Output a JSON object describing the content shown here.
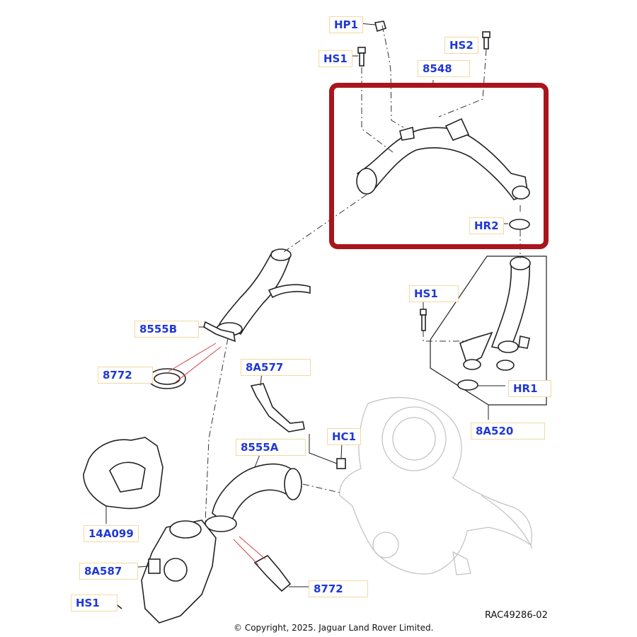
{
  "callouts": {
    "hp1": "HP1",
    "hs2": "HS2",
    "hs1_top": "HS1",
    "p8548": "8548",
    "hr2": "HR2",
    "hs1_mid": "HS1",
    "p8555b": "8555B",
    "p8772_top": "8772",
    "p8a577": "8A577",
    "hr1": "HR1",
    "p8a520": "8A520",
    "hc1": "HC1",
    "p8555a": "8555A",
    "p14a099": "14A099",
    "p8a587": "8A587",
    "p8772_bottom": "8772",
    "hs1_bottom": "HS1"
  },
  "footer": {
    "reference": "RAC49286-02",
    "copyright": "© Copyright, 2025. Jaguar Land Rover Limited."
  },
  "colors": {
    "callout_text": "#1f37d6",
    "callout_border": "#f3d9a0",
    "highlight": "#a8151c"
  }
}
